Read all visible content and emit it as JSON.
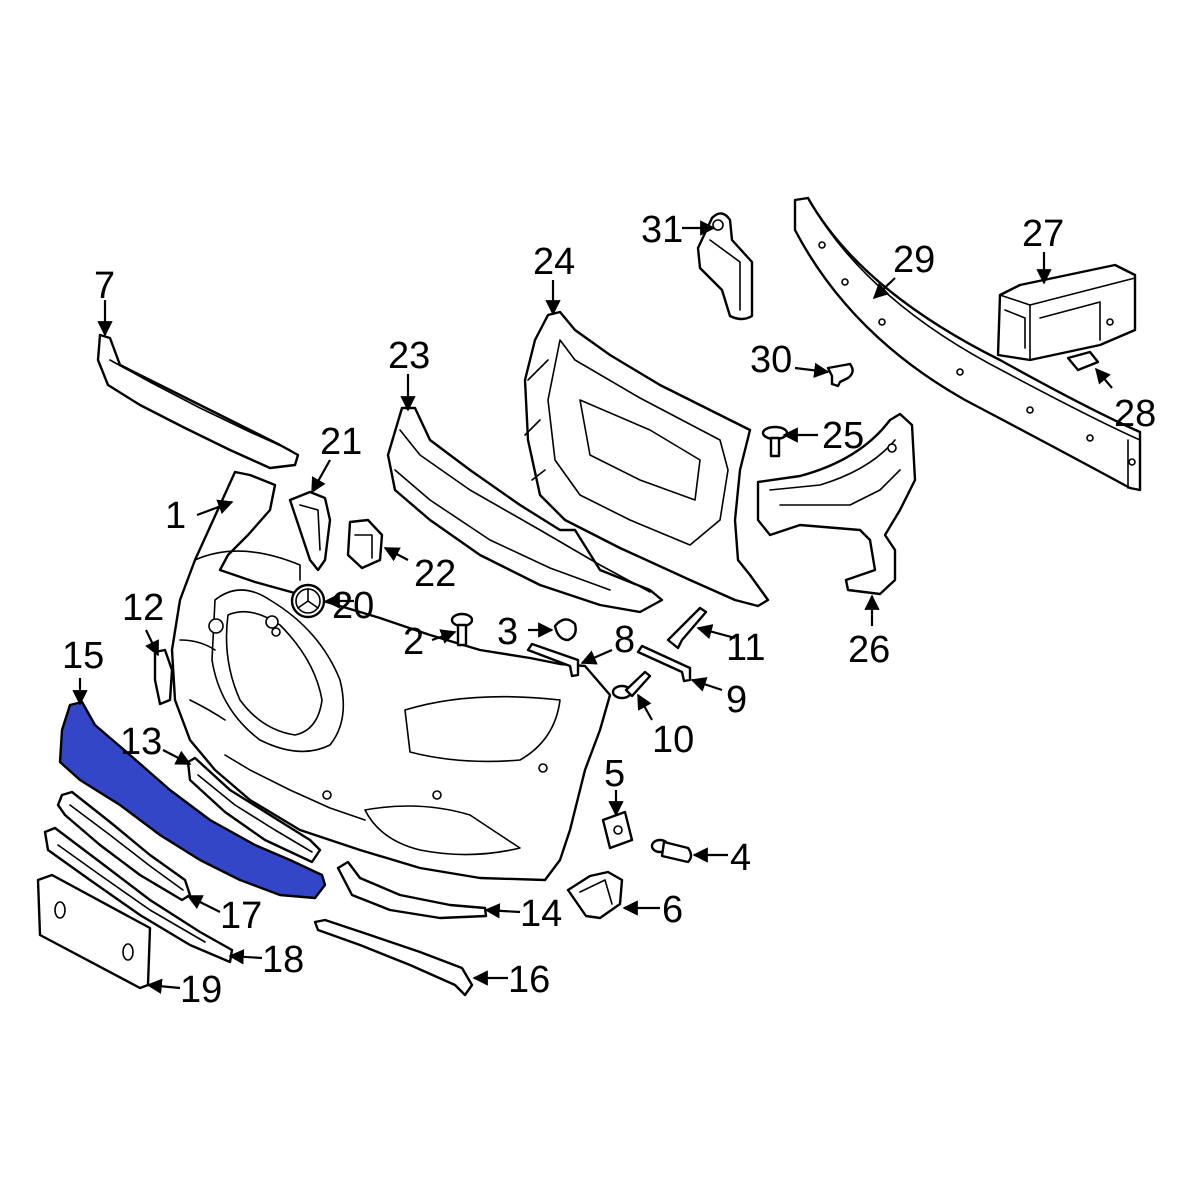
{
  "highlight_color": "#3346c8",
  "highlighted_part": "15",
  "callouts": [
    "1",
    "2",
    "3",
    "4",
    "5",
    "6",
    "7",
    "8",
    "9",
    "10",
    "11",
    "12",
    "13",
    "14",
    "15",
    "16",
    "17",
    "18",
    "19",
    "20",
    "21",
    "22",
    "23",
    "24",
    "25",
    "26",
    "27",
    "28",
    "29",
    "30",
    "31"
  ]
}
